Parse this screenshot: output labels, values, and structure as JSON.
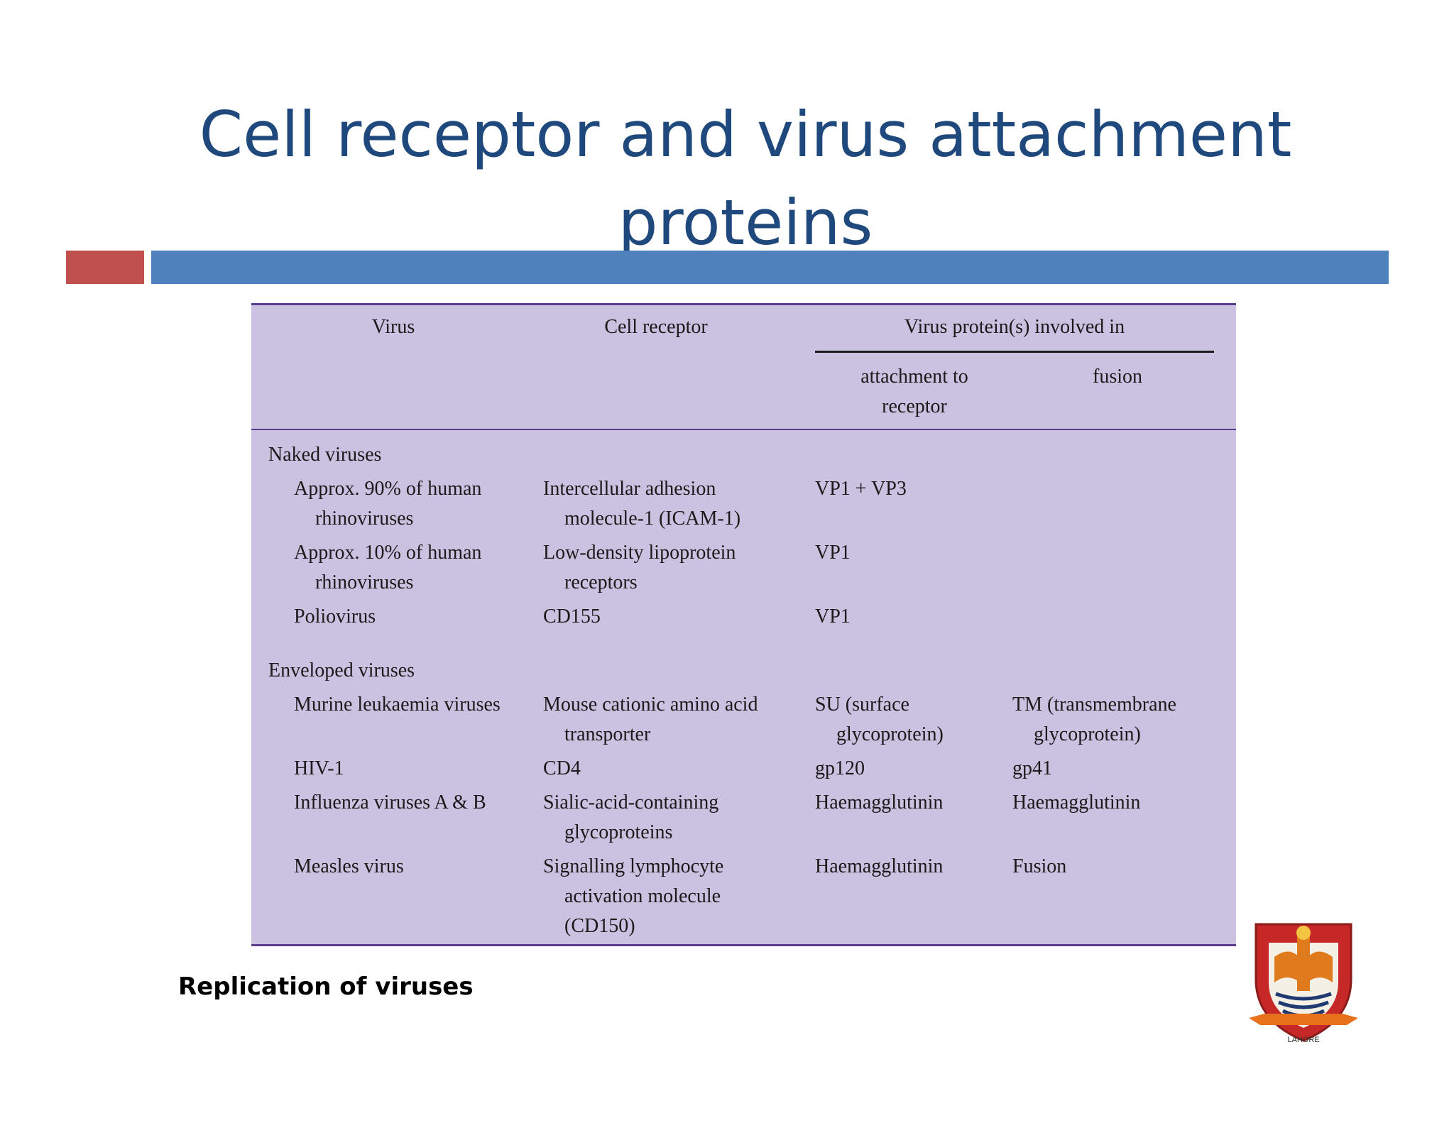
{
  "slide": {
    "title_line1": "Cell receptor and virus attachment",
    "title_line2": "proteins",
    "footer": "Replication of viruses",
    "logo_text": "LAHORE"
  },
  "colors": {
    "title": "#1f497d",
    "accent_red": "#c0504d",
    "accent_blue": "#4f81bd",
    "table_bg": "#cbc1e1",
    "table_rule": "#5b3d8e"
  },
  "table": {
    "headers": {
      "virus": "Virus",
      "cell_receptor": "Cell receptor",
      "protein_group": "Virus protein(s) involved in",
      "attachment_l1": "attachment to",
      "attachment_l2": "receptor",
      "fusion": "fusion"
    },
    "groups": [
      {
        "label": "Naked viruses",
        "rows": [
          {
            "virus": [
              "Approx. 90% of human",
              "rhinoviruses"
            ],
            "receptor": [
              "Intercellular adhesion",
              "molecule-1 (ICAM-1)"
            ],
            "attachment": [
              "VP1 + VP3"
            ],
            "fusion": [
              ""
            ]
          },
          {
            "virus": [
              "Approx. 10% of human",
              "rhinoviruses"
            ],
            "receptor": [
              "Low-density lipoprotein",
              "receptors"
            ],
            "attachment": [
              "VP1"
            ],
            "fusion": [
              ""
            ]
          },
          {
            "virus": [
              "Poliovirus"
            ],
            "receptor": [
              "CD155"
            ],
            "attachment": [
              "VP1"
            ],
            "fusion": [
              ""
            ]
          }
        ]
      },
      {
        "label": "Enveloped viruses",
        "rows": [
          {
            "virus": [
              "Murine leukaemia viruses"
            ],
            "receptor": [
              "Mouse cationic amino acid",
              "transporter"
            ],
            "attachment": [
              "SU (surface",
              "glycoprotein)"
            ],
            "fusion": [
              "TM (transmembrane",
              "glycoprotein)"
            ]
          },
          {
            "virus": [
              "HIV-1"
            ],
            "receptor": [
              "CD4"
            ],
            "attachment": [
              "gp120"
            ],
            "fusion": [
              "gp41"
            ]
          },
          {
            "virus": [
              "Influenza viruses A & B"
            ],
            "receptor": [
              "Sialic-acid-containing",
              "glycoproteins"
            ],
            "attachment": [
              "Haemagglutinin"
            ],
            "fusion": [
              "Haemagglutinin"
            ]
          },
          {
            "virus": [
              "Measles virus"
            ],
            "receptor": [
              "Signalling lymphocyte",
              "activation molecule",
              "(CD150)"
            ],
            "attachment": [
              "Haemagglutinin"
            ],
            "fusion": [
              "Fusion"
            ]
          }
        ]
      }
    ]
  }
}
